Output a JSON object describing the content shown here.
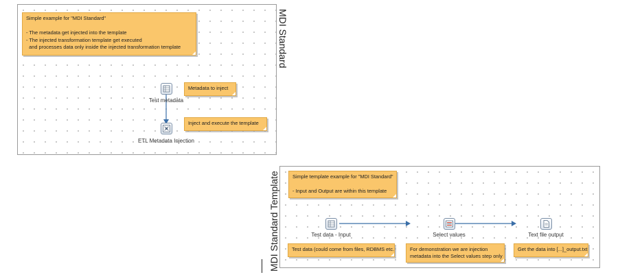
{
  "main_transformation": {
    "title": "MDI Standard",
    "notes": {
      "intro": "Simple example for \"MDI Standard\"\n\n- The metadata get injected into the template\n- The injected transformation template get executed\n  and processes data only inside the injected transformation template",
      "metadata": "Metadata to inject",
      "inject": "Inject and execute the template"
    },
    "steps": {
      "test_metadata": "Test metadata",
      "etl_injection": "ETL Metadata Injection"
    }
  },
  "template_transformation": {
    "title": "MDI Standard Template",
    "notes": {
      "intro": "Simple template example for \"MDI Standard\"\n\n- Input and Output are within this template",
      "test_data": "Test data (could come from files, RDBMS etc.)",
      "demo": "For demonstration we are injection\nmetadata into the Select values step only",
      "output": "Get the data into [...]_output.txt"
    },
    "steps": {
      "test_data_input": "Test data - Input",
      "select_values": "Select values",
      "text_file_output": "Text file output"
    }
  },
  "colors": {
    "note": "#fac66b",
    "hop": "#3b6fa8",
    "canvas_border": "#9a9a9a"
  },
  "icons": [
    "data-grid-icon",
    "metadata-injection-icon",
    "select-values-icon",
    "text-file-output-icon"
  ]
}
